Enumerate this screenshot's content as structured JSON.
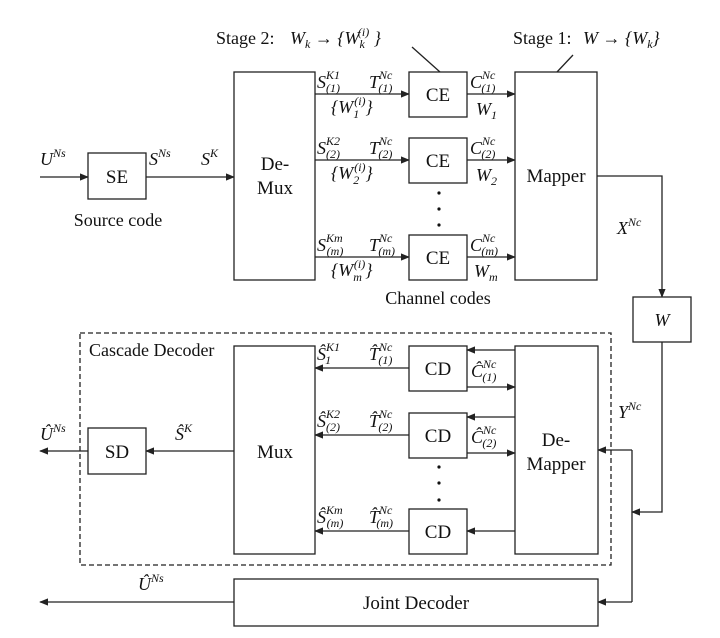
{
  "title_stage2": {
    "prefix": "Stage 2:",
    "math": "W_k → {W_k^(i)}"
  },
  "title_stage1": {
    "prefix": "Stage 1:",
    "math": "W → {W_k}"
  },
  "blocks": {
    "se": "SE",
    "demux_line1": "De-",
    "demux_line2": "Mux",
    "ce": "CE",
    "mapper": "Mapper",
    "channel": "W",
    "sd": "SD",
    "mux": "Mux",
    "cd": "CD",
    "demapper_line1": "De-",
    "demapper_line2": "Mapper",
    "joint_decoder": "Joint Decoder"
  },
  "captions": {
    "source_code": "Source code",
    "channel_codes": "Channel codes",
    "cascade_decoder": "Cascade Decoder"
  },
  "signals": {
    "u": {
      "base": "U",
      "sup": "Ns"
    },
    "s_ns": {
      "base": "S",
      "sup": "Ns"
    },
    "s_k": {
      "base": "S",
      "sup": "K"
    },
    "x": {
      "base": "X",
      "sup": "Nc"
    },
    "y": {
      "base": "Y",
      "sup": "Nc"
    },
    "u_hat": {
      "base": "Û",
      "sup": "Ns"
    },
    "s_hat_k": {
      "base": "Ŝ",
      "sup": "K"
    },
    "u_hat_joint": {
      "base": "Û",
      "sup": "Ns"
    }
  },
  "encoder_branches": [
    {
      "s": "S",
      "s_sup": "K1",
      "s_sub": "(1)",
      "t": "T",
      "t_sup": "Nc",
      "t_sub": "(1)",
      "set": "{W1(i)}",
      "set_base": "W",
      "set_sub": "1",
      "c": "C",
      "c_sup": "Nc",
      "c_sub": "(1)",
      "w": "W",
      "w_sub": "1"
    },
    {
      "s": "S",
      "s_sup": "K2",
      "s_sub": "(2)",
      "t": "T",
      "t_sup": "Nc",
      "t_sub": "(2)",
      "set": "{W2(i)}",
      "set_base": "W",
      "set_sub": "2",
      "c": "C",
      "c_sup": "Nc",
      "c_sub": "(2)",
      "w": "W",
      "w_sub": "2"
    },
    {
      "s": "S",
      "s_sup": "Km",
      "s_sub": "(m)",
      "t": "T",
      "t_sup": "Nc",
      "t_sub": "(m)",
      "set": "{Wm(i)}",
      "set_base": "W",
      "set_sub": "m",
      "c": "C",
      "c_sup": "Nc",
      "c_sub": "(m)",
      "w": "W",
      "w_sub": "m"
    }
  ],
  "decoder_branches": [
    {
      "s": "Ŝ",
      "s_sup": "K1",
      "s_sub": "1",
      "t": "T̂",
      "t_sup": "Nc",
      "t_sub": "(1)",
      "c": "Ĉ",
      "c_sup": "Nc",
      "c_sub": "(1)"
    },
    {
      "s": "Ŝ",
      "s_sup": "K2",
      "s_sub": "(2)",
      "t": "T̂",
      "t_sup": "Nc",
      "t_sub": "(2)",
      "c": "Ĉ",
      "c_sup": "Nc",
      "c_sub": "(2)"
    },
    {
      "s": "Ŝ",
      "s_sup": "Km",
      "s_sub": "(m)",
      "t": "T̂",
      "t_sup": "Nc",
      "t_sub": "(m)",
      "c": "",
      "c_sup": "",
      "c_sub": ""
    }
  ],
  "superscript_i": "(i)"
}
